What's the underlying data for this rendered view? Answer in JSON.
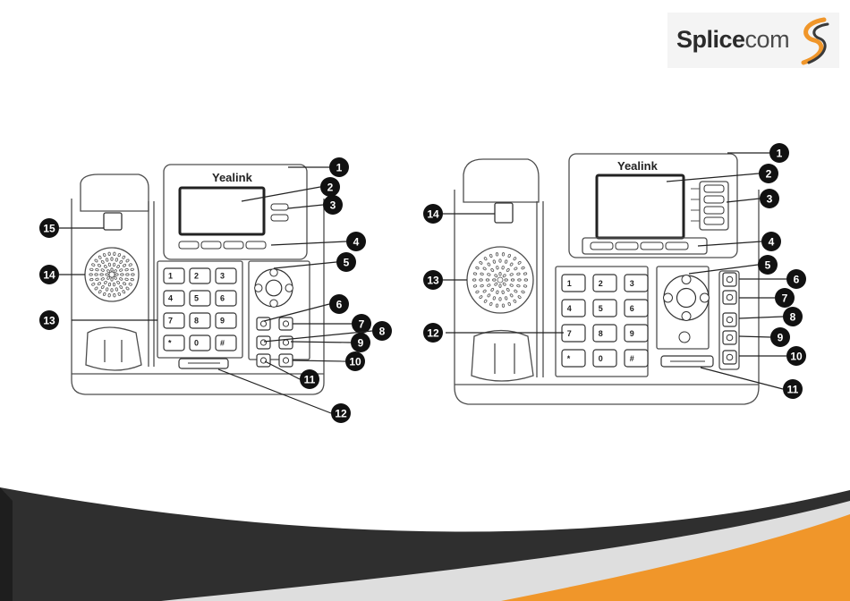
{
  "logo": {
    "part1": "Splice",
    "part2": "com"
  },
  "colors": {
    "accent_orange": "#f0962a",
    "footer_dark": "#2f2f2f",
    "phone_outline": "#4d4d4d",
    "badge": "#111111"
  },
  "phones": [
    {
      "brand": "Yealink",
      "keys": [
        "1",
        "2",
        "3",
        "4",
        "5",
        "6",
        "7",
        "8",
        "9",
        "*",
        "0",
        "#"
      ],
      "callouts": [
        "1",
        "2",
        "3",
        "4",
        "5",
        "6",
        "7",
        "8",
        "9",
        "10",
        "11",
        "12",
        "13",
        "14",
        "15"
      ]
    },
    {
      "brand": "Yealink",
      "keys": [
        "1",
        "2",
        "3",
        "4",
        "5",
        "6",
        "7",
        "8",
        "9",
        "*",
        "0",
        "#"
      ],
      "callouts": [
        "1",
        "2",
        "3",
        "4",
        "5",
        "6",
        "7",
        "8",
        "9",
        "10",
        "11",
        "12",
        "13",
        "14"
      ]
    }
  ]
}
